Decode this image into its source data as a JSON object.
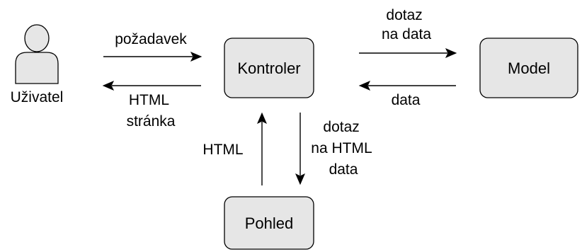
{
  "actor": {
    "label": "Uživatel",
    "icon": "user-icon"
  },
  "nodes": {
    "controller": "Kontroler",
    "model": "Model",
    "view": "Pohled"
  },
  "edges": {
    "user_to_controller": [
      "požadavek"
    ],
    "controller_to_user": [
      "HTML",
      "stránka"
    ],
    "controller_to_model": [
      "dotaz",
      "na data"
    ],
    "model_to_controller": [
      "data"
    ],
    "controller_to_view": [
      "dotaz",
      "na HTML",
      "data"
    ],
    "view_to_controller": [
      "HTML"
    ]
  },
  "colors": {
    "box_fill": "#e6e6e6",
    "stroke": "#000000"
  }
}
